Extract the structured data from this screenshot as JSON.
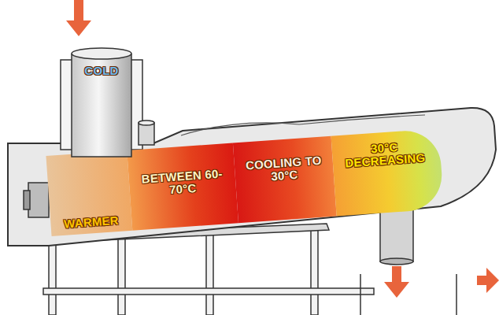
{
  "diagram": {
    "nodes": [
      {
        "text": [
          "COLD"
        ]
      },
      {
        "text": [
          "WARMER"
        ]
      },
      {
        "text": [
          "BETWEEN 60-70°C"
        ]
      },
      {
        "text": [
          "COOLING TO 30°C"
        ]
      },
      {
        "text": [
          "30°C DECREASING"
        ]
      }
    ]
  }
}
